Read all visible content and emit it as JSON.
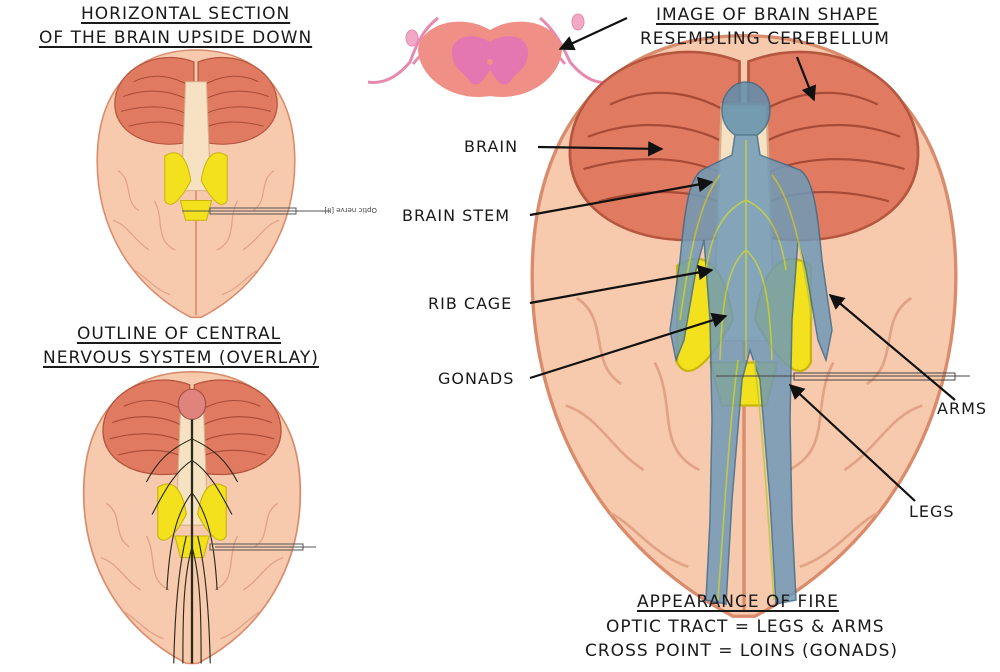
{
  "panels": {
    "top_left": {
      "title_line1": "HORIZONTAL SECTION",
      "title_line2": "OF THE BRAIN UPSIDE DOWN",
      "callout": "Optic nerve [II]"
    },
    "bottom_left": {
      "title_line1": "OUTLINE OF CENTRAL",
      "title_line2": "NERVOUS SYSTEM (OVERLAY)"
    },
    "top_right": {
      "title_line1": "IMAGE OF BRAIN SHAPE",
      "title_line2": "RESEMBLING CEREBELLUM"
    },
    "bottom_right": {
      "title_line1": "APPEARANCE OF FIRE",
      "title_line2": "OPTIC TRACT = LEGS & ARMS",
      "title_line3": "CROSS POINT = LOINS (GONADS)"
    }
  },
  "labels": {
    "brain": "BRAIN",
    "brain_stem": "BRAIN STEM",
    "rib_cage": "RIB CAGE",
    "gonads": "GONADS",
    "arms": "ARMS",
    "legs": "LEGS"
  },
  "colors": {
    "cortex": "#f7c9ad",
    "cortex_stroke": "#d98b6c",
    "cerebellum": "#e07a60",
    "cerebellum_lines": "#a84a36",
    "optic": "#f4e11e",
    "body_blue": "#5f8fae",
    "nerve_green": "#b8c83a",
    "spinal_section": "#ef8f86",
    "spinal_outline": "#e68ab0"
  }
}
